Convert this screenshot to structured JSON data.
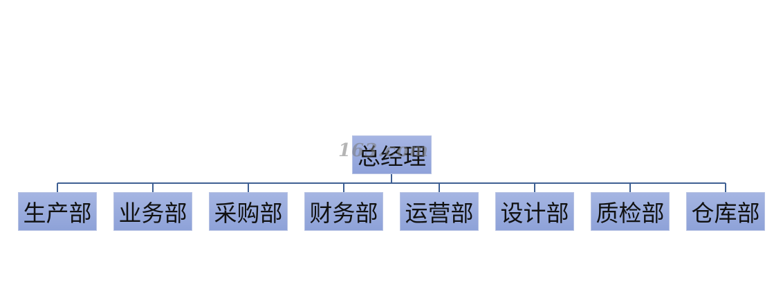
{
  "org_chart": {
    "root": {
      "label": "总经理"
    },
    "departments": [
      {
        "label": "生产部"
      },
      {
        "label": "业务部"
      },
      {
        "label": "采购部"
      },
      {
        "label": "财务部"
      },
      {
        "label": "运营部"
      },
      {
        "label": "设计部"
      },
      {
        "label": "质检部"
      },
      {
        "label": "仓库部"
      }
    ],
    "connector_color": "#3e5f93",
    "box_color": "#9aabdf"
  },
  "watermark": {
    "text": "163.com"
  }
}
